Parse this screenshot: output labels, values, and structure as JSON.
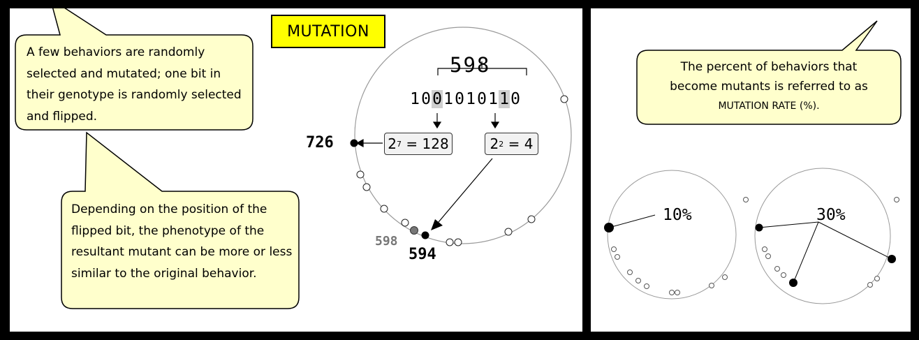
{
  "left_panel": {
    "title": "MUTATION",
    "bubble_top_text": "A few behaviors are randomly selected and mutated; one bit in their genotype is randomly selected and flipped.",
    "bubble_bottom_text": "Depending on the position of the flipped bit, the phenotype of the resultant mutant can be more or less similar to the original behavior.",
    "number_top": "598",
    "genotype_bits": [
      "1",
      "0",
      "0",
      "1",
      "0",
      "1",
      "0",
      "1",
      "1",
      "0"
    ],
    "highlighted_bit_indices": [
      2,
      8
    ],
    "calc_left": {
      "base": "2",
      "exp": "7",
      "result": "= 128"
    },
    "calc_right": {
      "base": "2",
      "exp": "2",
      "result": "= 4"
    },
    "label_726": "726",
    "label_598": "598",
    "label_594": "594"
  },
  "right_panel": {
    "bubble_text_line1": "The percent of behaviors that",
    "bubble_text_line2": "become mutants is referred to as",
    "bubble_text_line3": "MUTATION RATE (%).",
    "circle_left_label": "10%",
    "circle_right_label": "30%"
  },
  "colors": {
    "bubble_fill": "#ffffcc",
    "title_fill": "#ffff00",
    "frame": "#000000",
    "circle_stroke": "#999999",
    "highlight_bit": "#cfcfcf",
    "original_dot": "#777777"
  },
  "icons": [
    "filled-dot-icon",
    "hollow-dot-icon",
    "arrow-icon"
  ]
}
